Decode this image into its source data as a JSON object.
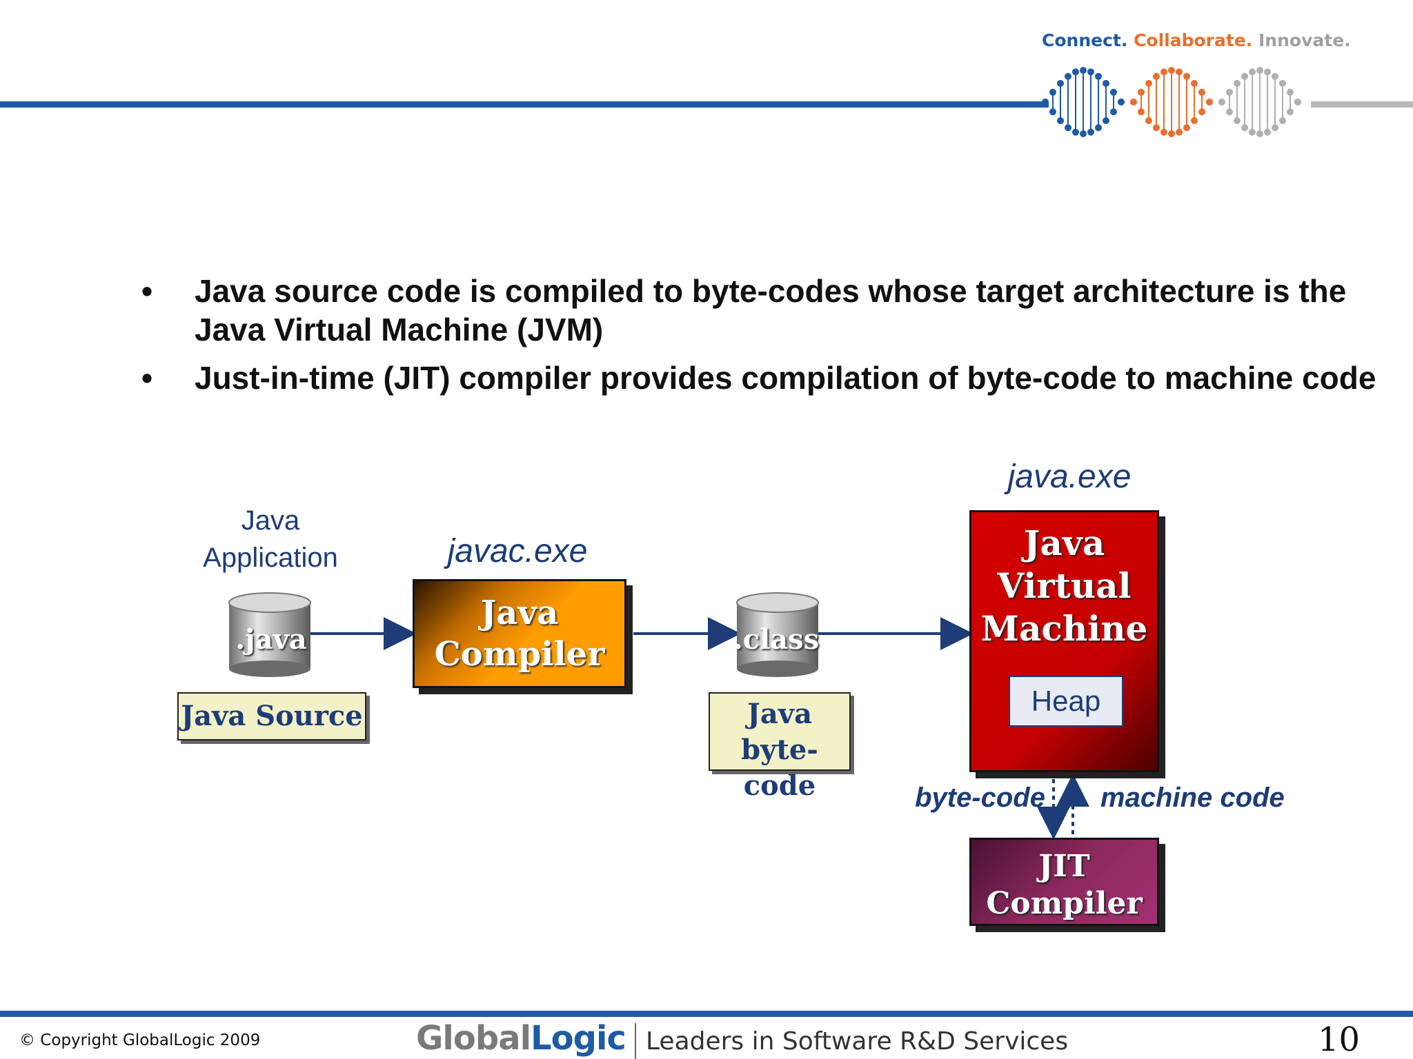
{
  "header": {
    "tagline": {
      "part1": "Connect.",
      "part2": "Collaborate.",
      "part3": "Innovate."
    },
    "colors": {
      "blue": "#1f5aa6",
      "orange": "#e86f2e",
      "grey": "#a0a0a0"
    }
  },
  "bullets": [
    {
      "marker": "•",
      "text": "Java source code is compiled to byte-codes whose target architecture is the Java Virtual Machine (JVM)"
    },
    {
      "marker": "•",
      "text": "Just-in-time (JIT) compiler provides compilation of byte-code to machine code"
    }
  ],
  "diagram": {
    "java_app_label": {
      "line1": "Java",
      "line2": "Application"
    },
    "java_cylinder": ".java",
    "java_source": "Java Source",
    "javac_label": "javac.exe",
    "compiler": {
      "line1": "Java",
      "line2": "Compiler"
    },
    "class_cylinder": ".class",
    "bytecode_box": {
      "line1": "Java",
      "line2": "byte-code"
    },
    "java_exe_label": "java.exe",
    "jvm": {
      "line1": "Java",
      "line2": "Virtual",
      "line3": "Machine"
    },
    "heap": "Heap",
    "arrow_bytecode": "byte-code",
    "arrow_machinecode": "machine code",
    "jit": {
      "line1": "JIT",
      "line2": "Compiler"
    },
    "colors": {
      "compiler": "#ff9c00",
      "jvm": "#c40000",
      "jit": "#8c2a5f",
      "label_box": "#f3f1c8",
      "arrow": "#1d3c78"
    }
  },
  "footer": {
    "copyright": "© Copyright GlobalLogic 2009",
    "brand_global": "Global",
    "brand_logic": "Logic",
    "brand_tagline": "Leaders in Software R&D Services",
    "page_number": "10"
  }
}
